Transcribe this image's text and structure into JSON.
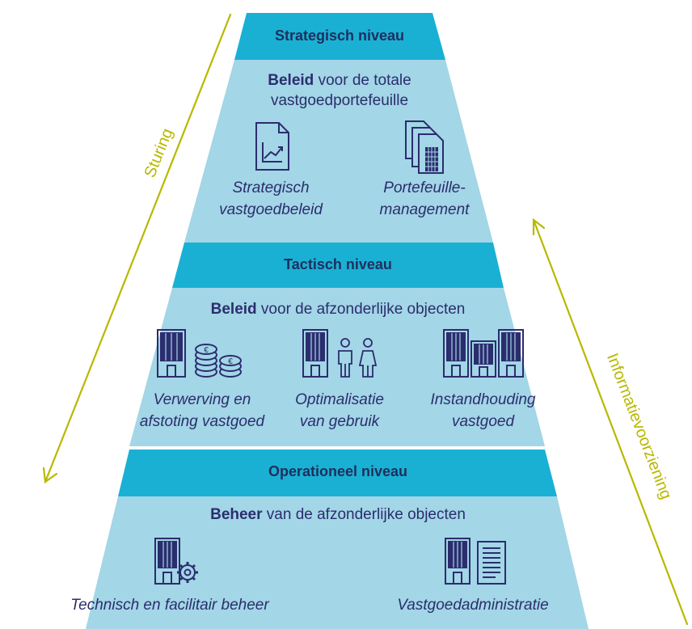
{
  "levels": [
    {
      "title": "Strategisch niveau",
      "heading_bold": "Beleid",
      "heading_rest": " voor de totale",
      "heading_line2": "vastgoedportefeuille",
      "items": [
        {
          "line1": "Strategisch",
          "line2": "vastgoedbeleid",
          "icon": "strategy-document-icon"
        },
        {
          "line1": "Portefeuille-",
          "line2": "management",
          "icon": "portfolio-documents-icon"
        }
      ]
    },
    {
      "title": "Tactisch niveau",
      "heading_bold": "Beleid",
      "heading_rest": " voor de afzonderlijke objecten",
      "items": [
        {
          "line1": "Verwerving en",
          "line2": "afstoting vastgoed",
          "icon": "building-coins-icon"
        },
        {
          "line1": "Optimalisatie",
          "line2": "van gebruik",
          "icon": "building-people-icon"
        },
        {
          "line1": "Instandhouding",
          "line2": "vastgoed",
          "icon": "buildings-icon"
        }
      ]
    },
    {
      "title": "Operationeel niveau",
      "heading_bold": "Beheer",
      "heading_rest": " van de afzonderlijke objecten",
      "items": [
        {
          "line1": "Technisch en facilitair beheer",
          "icon": "building-gear-icon"
        },
        {
          "line1": "Vastgoedadministratie",
          "icon": "building-document-icon"
        }
      ]
    }
  ],
  "arrows": {
    "left": "Sturing",
    "right": "Informatievoorziening"
  },
  "colors": {
    "band": "#1ab0d4",
    "body": "#a3d6e6",
    "text": "#2b2d6e",
    "arrow": "#b8b800",
    "icon": "#2b2d6e"
  }
}
